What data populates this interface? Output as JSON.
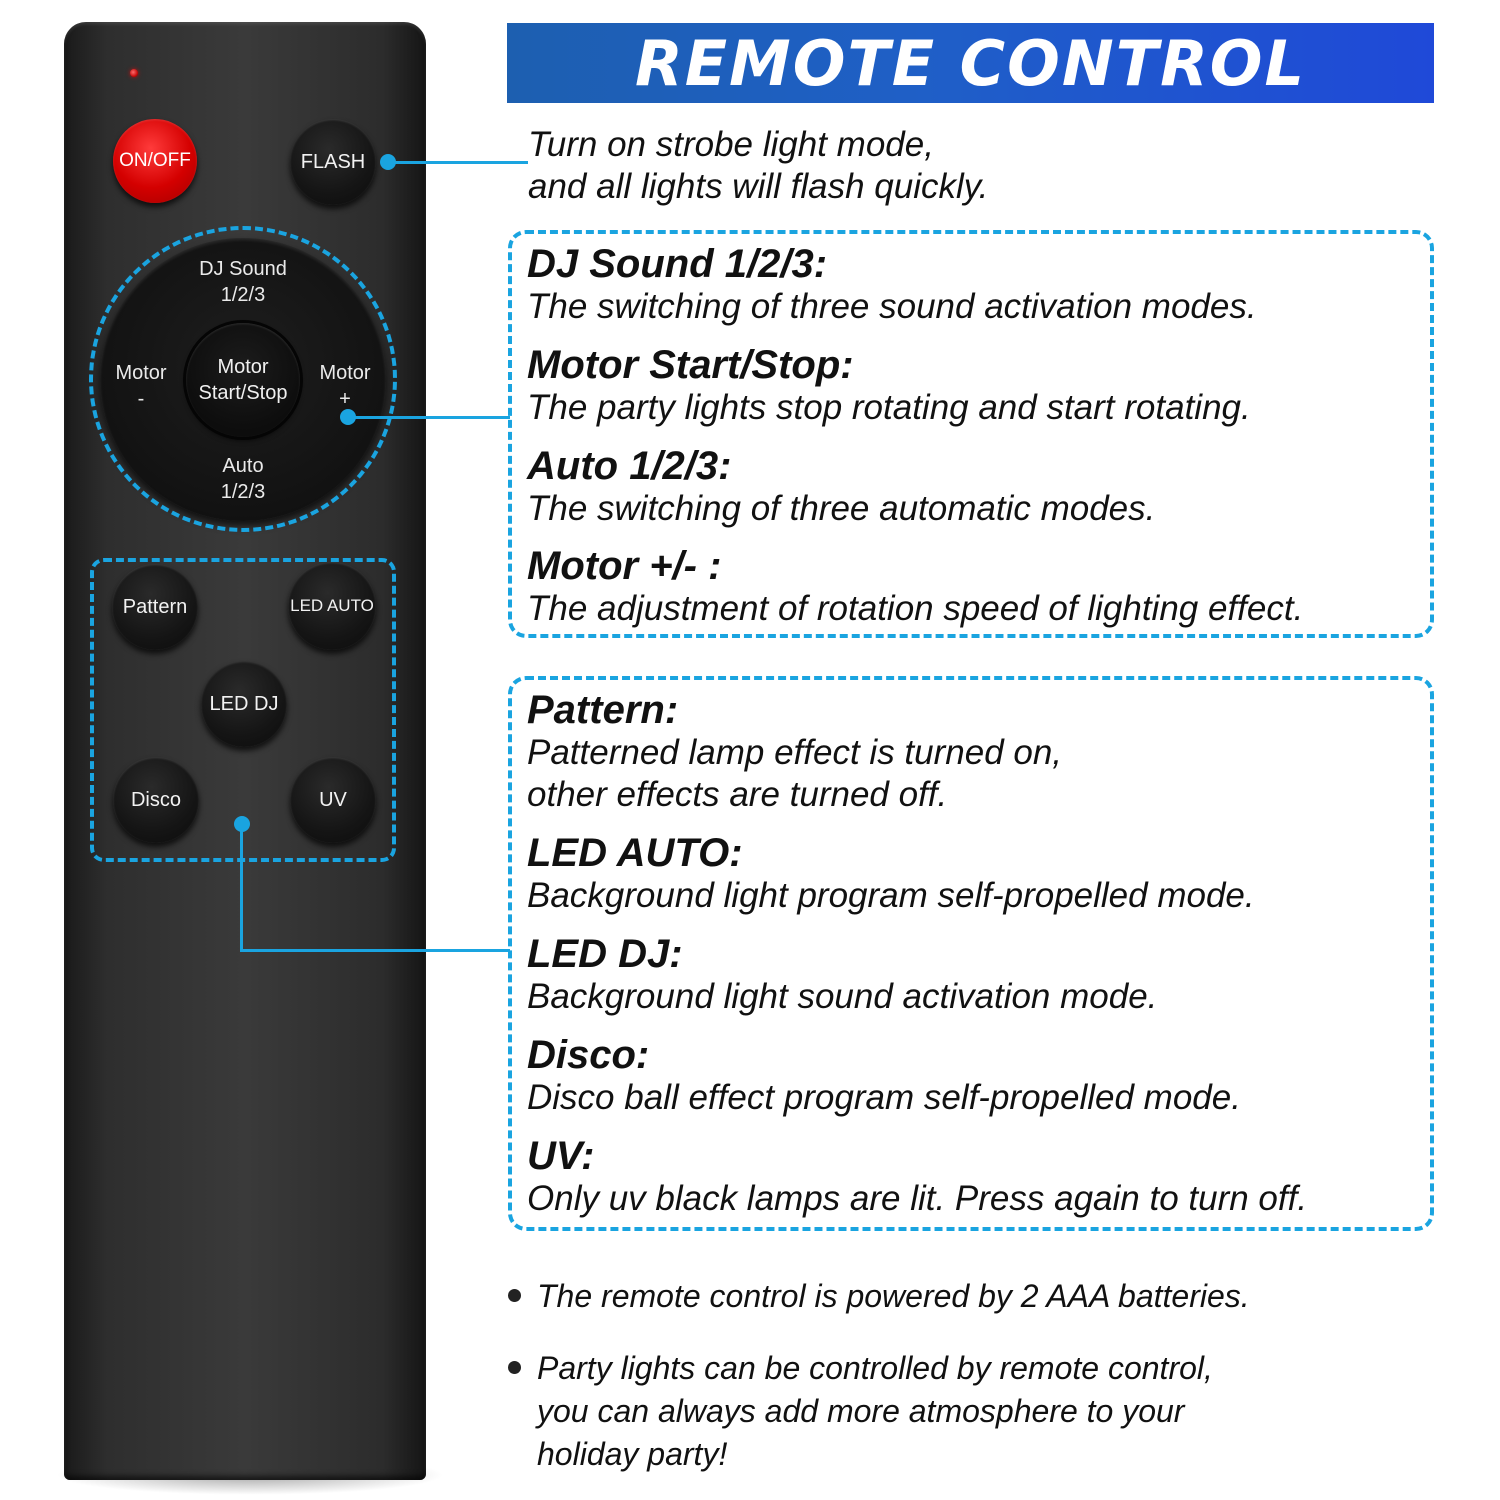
{
  "title": "REMOTE CONTROL",
  "accent_color": "#1aa4e0",
  "title_bar_color": "#1f5fc7",
  "remote": {
    "buttons": {
      "on_off": "ON/OFF",
      "flash": "FLASH",
      "dj_sound": "DJ Sound\n1/2/3",
      "motor_start_stop": "Motor\nStart/Stop",
      "motor_minus": "Motor\n-",
      "motor_plus": "Motor\n+",
      "auto": "Auto\n1/2/3",
      "pattern": "Pattern",
      "led_auto": "LED AUTO",
      "led_dj": "LED DJ",
      "disco": "Disco",
      "uv": "UV"
    },
    "power_button_color": "#d40000"
  },
  "flash_description": "Turn on strobe light mode,\nand all lights will flash quickly.",
  "group1": [
    {
      "heading": "DJ Sound 1/2/3:",
      "text": "The switching of three sound activation modes."
    },
    {
      "heading": "Motor Start/Stop:",
      "text": "The party lights stop rotating and start rotating."
    },
    {
      "heading": "Auto 1/2/3:",
      "text": "The switching of three automatic modes."
    },
    {
      "heading": "Motor +/- :",
      "text": "The adjustment of rotation speed of lighting effect."
    }
  ],
  "group2": [
    {
      "heading": "Pattern:",
      "text": "Patterned lamp effect is turned on,\nother effects are turned off."
    },
    {
      "heading": "LED AUTO:",
      "text": "Background light program self-propelled mode."
    },
    {
      "heading": "LED DJ:",
      "text": "Background light sound activation mode."
    },
    {
      "heading": "Disco:",
      "text": "Disco ball effect program self-propelled mode."
    },
    {
      "heading": "UV:",
      "text": "Only uv black lamps are lit. Press again to turn off."
    }
  ],
  "notes": [
    "The remote control is powered by 2 AAA batteries.",
    "Party lights can be controlled by remote control,\nyou can always add more atmosphere to your\nholiday party!"
  ]
}
